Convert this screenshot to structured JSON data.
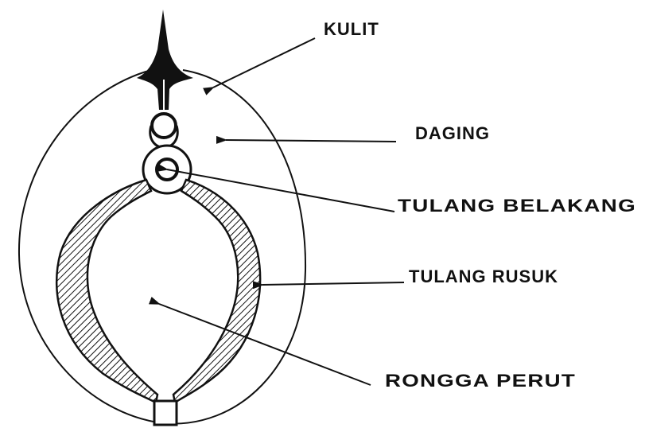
{
  "labels": {
    "kulit": "KULIT",
    "daging": "DAGING",
    "tulang_belakang": "TULANG BELAKANG",
    "tulang_rusuk": "TULANG RUSUK",
    "rongga_perut": "RONGGA PERUT"
  },
  "colors": {
    "ink": "#111111",
    "background": "#ffffff"
  }
}
